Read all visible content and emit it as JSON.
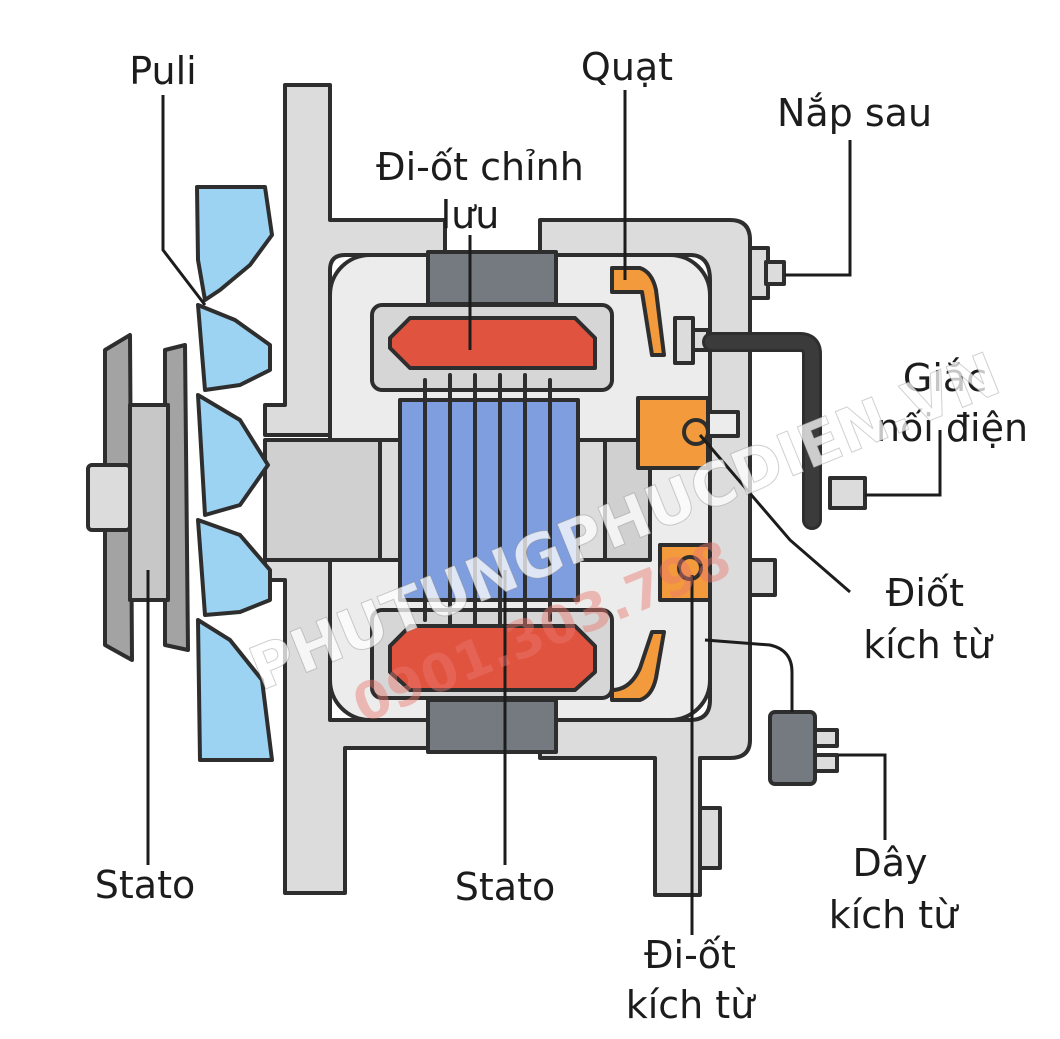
{
  "labels": {
    "puli": "Puli",
    "quat": "Quạt",
    "nap_sau": "Nắp sau",
    "diot_chinh_luu_1": "Đi-ốt chỉnh",
    "diot_chinh_luu_2": "lưu",
    "giac_noi_dien_1": "Giắc",
    "giac_noi_dien_2": "nối điện",
    "diot_kich_tu_right_1": "Điốt",
    "diot_kich_tu_right_2": "kích từ",
    "stato_left": "Stato",
    "stato_center": "Stato",
    "diot_kich_tu_bottom_1": "Đi-ốt",
    "diot_kich_tu_bottom_2": "kích từ",
    "day_kich_tu_1": "Dây",
    "day_kich_tu_2": "kích từ"
  },
  "watermark": {
    "site": "PHUTUNGPHUCDIEN.VN",
    "phone": "0901.303.798"
  },
  "colors": {
    "housing": "#dcdcdc",
    "outline": "#2e2e2e",
    "fan_blue": "#9dd3f2",
    "rotor_blue": "#7f9ee0",
    "pole_red": "#e0533f",
    "diode_orange": "#f39a3c",
    "stator_gray": "#747a80",
    "pulley_gray": "#a3a3a3",
    "connector_black": "#3b3b3b"
  }
}
